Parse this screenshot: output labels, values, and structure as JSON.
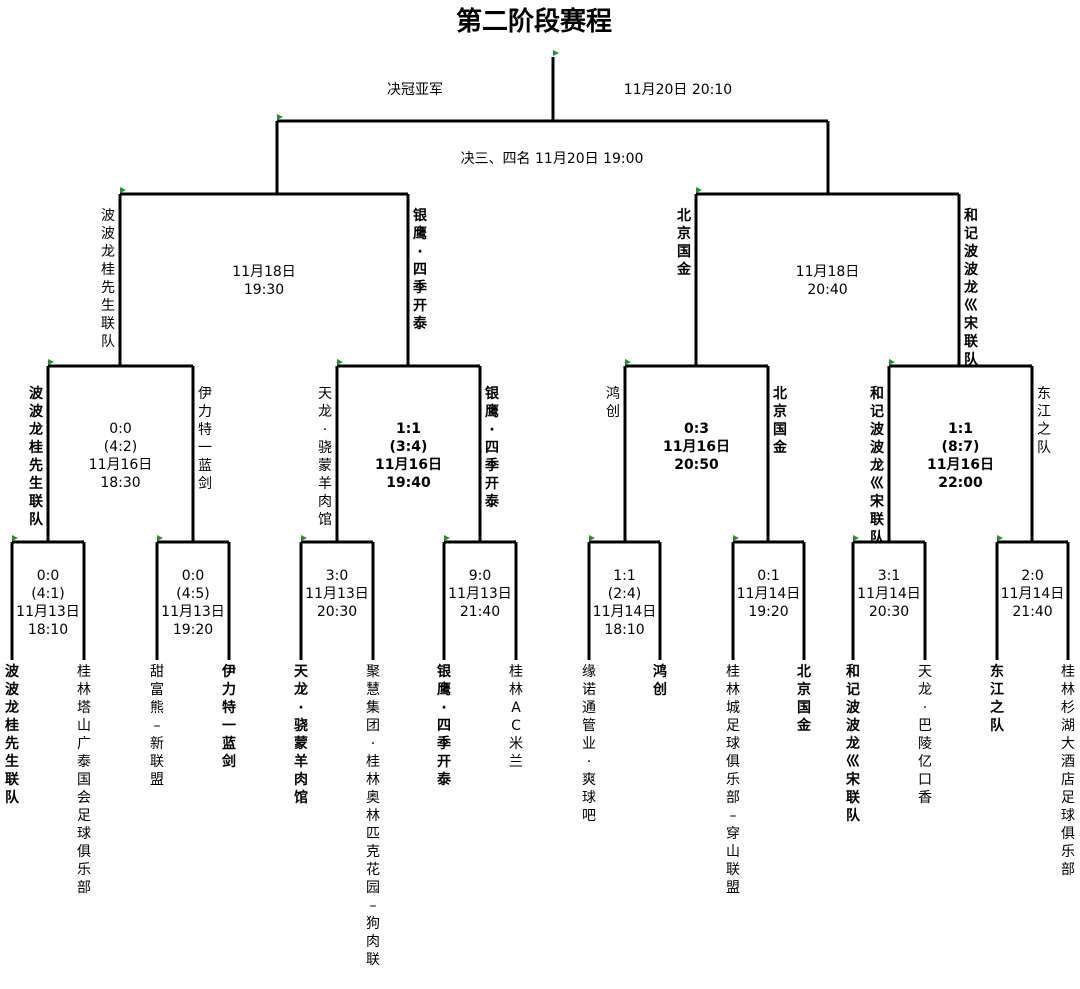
{
  "title": "第二阶段赛程",
  "final": {
    "left": "决冠亚军",
    "right": "11月20日  20:10"
  },
  "third": {
    "label": "决三、四名 11月20日 19:00"
  },
  "semis": [
    {
      "date": "11月18日",
      "time": "19:30",
      "left": "波波龙桂先生联队",
      "right": "银鹰·四季开泰",
      "winner": "right"
    },
    {
      "date": "11月18日",
      "time": "20:40",
      "left": "北京国金",
      "right": "和记波波龙巛宋联队",
      "winner": "both"
    }
  ],
  "quarters": [
    {
      "score": "0:0",
      "pen": "(4:2)",
      "date": "11月16日",
      "time": "18:30",
      "left": "波波龙桂先生联队",
      "right": "伊力特一蓝剑",
      "winner": "left"
    },
    {
      "score": "1:1",
      "pen": "(3:4)",
      "date": "11月16日",
      "time": "19:40",
      "left": "天龙·骁蒙羊肉馆",
      "right": "银鹰·四季开泰",
      "winner": "right"
    },
    {
      "score": "0:3",
      "pen": "",
      "date": "11月16日",
      "time": "20:50",
      "left": "鸿创",
      "right": "北京国金",
      "winner": "right"
    },
    {
      "score": "1:1",
      "pen": "(8:7)",
      "date": "11月16日",
      "time": "22:00",
      "left": "和记波波龙巛宋联队",
      "right": "东江之队",
      "winner": "left"
    }
  ],
  "r16": [
    {
      "score": "0:0",
      "pen": "(4:1)",
      "date": "11月13日",
      "time": "18:10",
      "left": "波波龙桂先生联队",
      "right": "桂林塔山广泰国会足球俱乐部",
      "winner": "left"
    },
    {
      "score": "0:0",
      "pen": "(4:5)",
      "date": "11月13日",
      "time": "19:20",
      "left": "甜富熊–新联盟",
      "right": "伊力特一蓝剑",
      "winner": "right"
    },
    {
      "score": "3:0",
      "pen": "",
      "date": "11月13日",
      "time": "20:30",
      "left": "天龙·骁蒙羊肉馆",
      "right": "聚慧集团·桂林奥林匹克花园–狗肉联",
      "winner": "left"
    },
    {
      "score": "9:0",
      "pen": "",
      "date": "11月13日",
      "time": "21:40",
      "left": "银鹰·四季开泰",
      "right": "桂林AC米兰",
      "winner": "left"
    },
    {
      "score": "1:1",
      "pen": "(2:4)",
      "date": "11月14日",
      "time": "18:10",
      "left": "缘诺通管业·爽球吧",
      "right": "鸿创",
      "winner": "right"
    },
    {
      "score": "0:1",
      "pen": "",
      "date": "11月14日",
      "time": "19:20",
      "left": "桂林城足球俱乐部–穿山联盟",
      "right": "北京国金",
      "winner": "right"
    },
    {
      "score": "3:1",
      "pen": "",
      "date": "11月14日",
      "time": "20:30",
      "left": "和记波波龙巛宋联队",
      "right": "天龙·巴陵亿口香",
      "winner": "left"
    },
    {
      "score": "2:0",
      "pen": "",
      "date": "11月14日",
      "time": "21:40",
      "left": "东江之队",
      "right": "桂林杉湖大酒店足球俱乐部",
      "winner": "left"
    }
  ]
}
